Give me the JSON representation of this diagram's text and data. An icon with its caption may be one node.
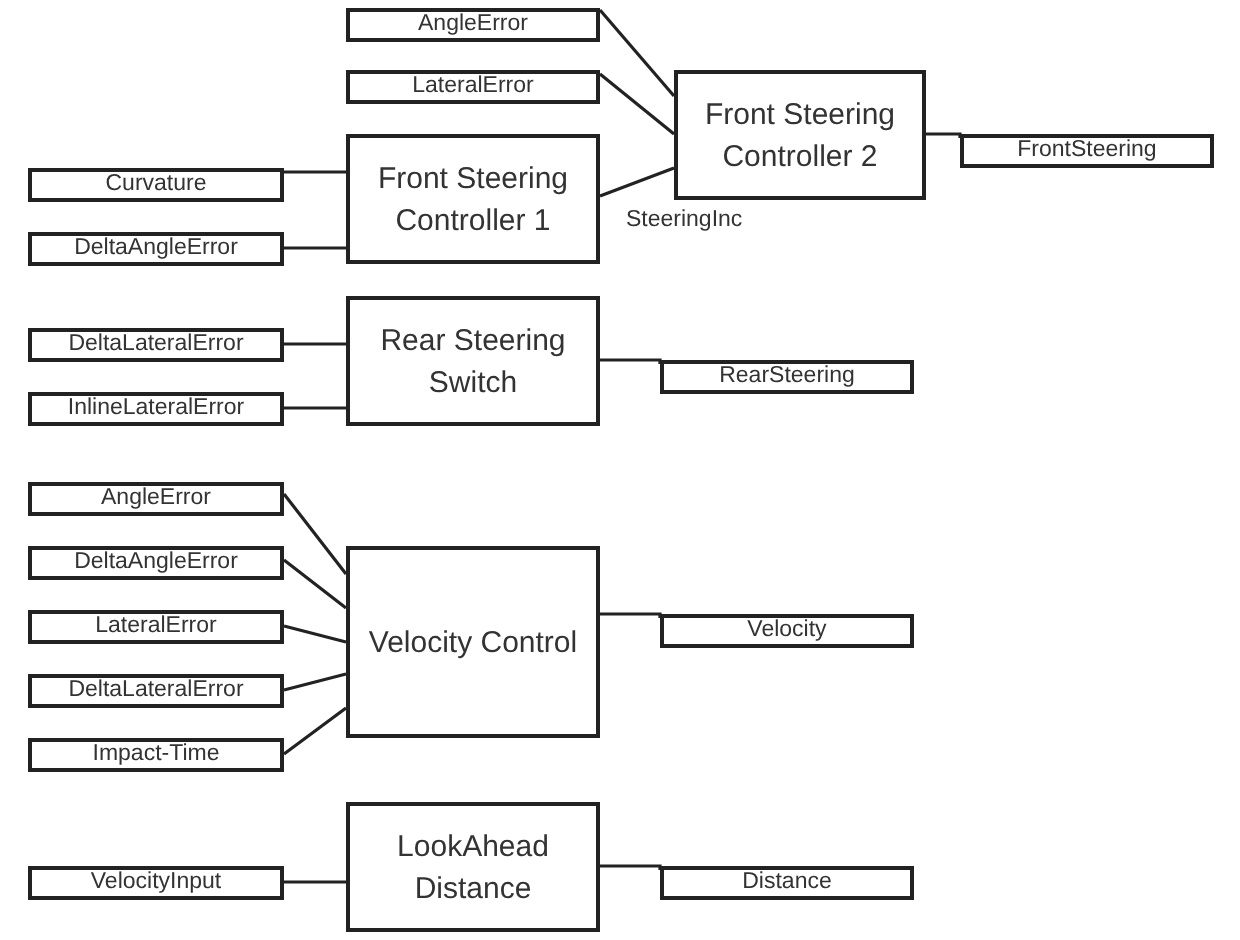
{
  "diagram": {
    "nodes": [
      {
        "text": [
          "AngleError"
        ]
      },
      {
        "text": [
          "LateralError"
        ]
      },
      {
        "text": [
          "Front Steering Controller 2"
        ]
      },
      {
        "text": [
          "Front Steering Controller 1"
        ]
      },
      {
        "text": [
          "Curvature"
        ]
      },
      {
        "text": [
          "FrontSteering"
        ]
      },
      {
        "text": [
          "DeltaAngleError"
        ]
      },
      {
        "text": [
          "Rear Steering Switch"
        ]
      },
      {
        "text": [
          "DeltaLateralError"
        ]
      },
      {
        "text": [
          "RearSteering"
        ]
      },
      {
        "text": [
          "InlineLateralError"
        ]
      },
      {
        "text": [
          "AngleError"
        ]
      },
      {
        "text": [
          "DeltaAngleError"
        ]
      },
      {
        "text": [
          "Velocity Control"
        ]
      },
      {
        "text": [
          "LateralError"
        ]
      },
      {
        "text": [
          "Velocity"
        ]
      },
      {
        "text": [
          "DeltaLateralError"
        ]
      },
      {
        "text": [
          "Impact-Time"
        ]
      },
      {
        "text": [
          "LookAhead Distance"
        ]
      },
      {
        "text": [
          "VelocityInput"
        ]
      },
      {
        "text": [
          "Distance"
        ]
      }
    ],
    "edges": [
      {
        "from": 0,
        "to": 2,
        "arrow": "none"
      },
      {
        "from": 1,
        "to": 2,
        "arrow": "none"
      },
      {
        "from": 3,
        "to": 2,
        "arrow": "none",
        "label": "SteeringInc"
      },
      {
        "from": 2,
        "to": 5,
        "arrow": "none"
      },
      {
        "from": 4,
        "to": 3,
        "arrow": "none"
      },
      {
        "from": 6,
        "to": 3,
        "arrow": "none"
      },
      {
        "from": 8,
        "to": 7,
        "arrow": "none"
      },
      {
        "from": 10,
        "to": 7,
        "arrow": "none"
      },
      {
        "from": 7,
        "to": 9,
        "arrow": "none"
      },
      {
        "from": 11,
        "to": 13,
        "arrow": "none"
      },
      {
        "from": 12,
        "to": 13,
        "arrow": "none"
      },
      {
        "from": 14,
        "to": 13,
        "arrow": "none"
      },
      {
        "from": 16,
        "to": 13,
        "arrow": "none"
      },
      {
        "from": 17,
        "to": 13,
        "arrow": "none"
      },
      {
        "from": 13,
        "to": 15,
        "arrow": "none"
      },
      {
        "from": 19,
        "to": 18,
        "arrow": "none"
      },
      {
        "from": 18,
        "to": 20,
        "arrow": "none"
      }
    ]
  }
}
